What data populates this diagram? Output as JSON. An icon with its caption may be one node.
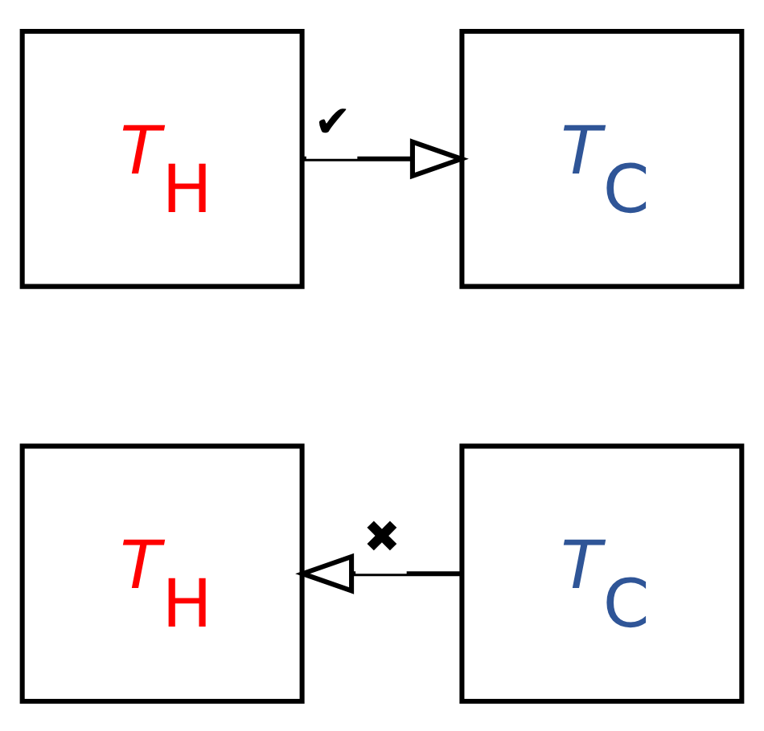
{
  "diagram": {
    "nodes": [
      {
        "text": [
          "*T*$_{H}$"
        ]
      },
      {
        "text": [
          "*T*$_{C}$"
        ]
      },
      {
        "text": [
          "*T*$_{H}$"
        ]
      },
      {
        "text": [
          "*T*$_{C}$"
        ]
      }
    ],
    "edges": [
      {
        "from": 0,
        "to": 1,
        "arrow": "to",
        "label": "✔"
      },
      {
        "from": 3,
        "to": 2,
        "arrow": "to",
        "label": "✖"
      }
    ]
  }
}
